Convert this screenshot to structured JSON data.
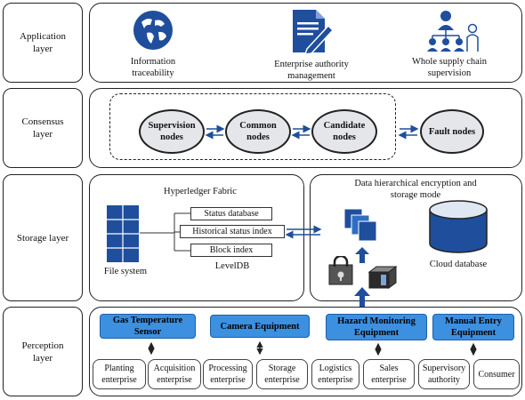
{
  "layers": [
    {
      "label": "Application\nlayer"
    },
    {
      "label": "Consensus\nlayer"
    },
    {
      "label": "Storage layer"
    },
    {
      "label": "Perception\nlayer"
    }
  ],
  "application": {
    "items": [
      {
        "label": "Information\ntraceability",
        "icon": "globe-icon"
      },
      {
        "label": "Enterprise authority\nmanagement",
        "icon": "document-icon"
      },
      {
        "label": "Whole supply chain\nsupervision",
        "icon": "people-network-icon"
      }
    ]
  },
  "consensus": {
    "nodes": [
      "Supervision\nnodes",
      "Common\nnodes",
      "Candidate\nnodes",
      "Fault nodes"
    ]
  },
  "storage": {
    "fabric_title": "Hyperledger Fabric",
    "file_system": "File system",
    "indexes": [
      "Status database",
      "Historical status index",
      "Block index"
    ],
    "leveldb": "LevelDB",
    "mode_title": "Data hierarchical encryption and\nstorage mode",
    "cloud_database": "Cloud database"
  },
  "perception": {
    "equipment": [
      "Gas Temperature\nSensor",
      "Camera Equipment",
      "Hazard Monitoring\nEquipment",
      "Manual Entry\nEquipment"
    ],
    "enterprises": [
      "Planting\nenterprise",
      "Acquisition\nenterprise",
      "Processing\nenterprise",
      "Storage\nenterprise",
      "Logistics\nenterprise",
      "Sales\nenterprise",
      "Supervisory\nauthority",
      "Consumer"
    ]
  },
  "colors": {
    "equipment_fill": "#3d8fe0",
    "icon_blue": "#1f4e9c",
    "node_fill": "#e4e6ea",
    "arrow_blue": "#1f4e9c"
  }
}
